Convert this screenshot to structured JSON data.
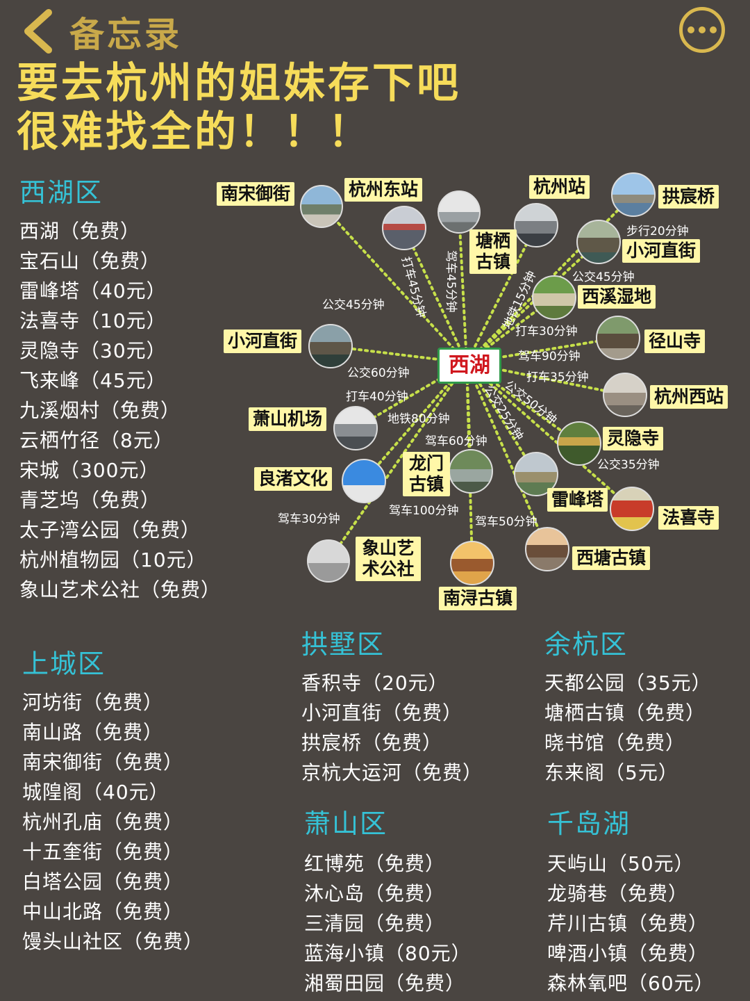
{
  "nav": {
    "back_icon": "chevron-left-icon",
    "title": "备忘录",
    "more_icon": "ellipsis-icon"
  },
  "headline": {
    "line1": "要去杭州的姐妹存下吧",
    "line2": "很难找全的！！！"
  },
  "map": {
    "center": "西湖",
    "nodes": [
      {
        "name": "南宋御街"
      },
      {
        "name": "杭州东站"
      },
      {
        "name": "塘栖古镇"
      },
      {
        "name": "杭州站"
      },
      {
        "name": "拱宸桥"
      },
      {
        "name": "小河直街"
      },
      {
        "name": "西溪湿地"
      },
      {
        "name": "径山寺"
      },
      {
        "name": "杭州西站"
      },
      {
        "name": "灵隐寺"
      },
      {
        "name": "法喜寺"
      },
      {
        "name": "雷峰塔"
      },
      {
        "name": "西塘古镇"
      },
      {
        "name": "南浔古镇"
      },
      {
        "name": "龙门古镇"
      },
      {
        "name": "象山艺术公社"
      },
      {
        "name": "良渚文化"
      },
      {
        "name": "萧山机场"
      },
      {
        "name": "小河直街"
      }
    ],
    "routes": [
      "公交45分钟",
      "打车45分钟",
      "驾车45分钟",
      "地铁15分钟",
      "步行20分钟",
      "公交45分钟",
      "打车30分钟",
      "驾车90分钟",
      "打车35分钟",
      "公交50分钟",
      "公交25分钟",
      "公交35分钟",
      "公交60分钟",
      "打车40分钟",
      "地铁80分钟",
      "驾车60分钟",
      "驾车100分钟",
      "驾车50分钟",
      "驾车30分钟"
    ]
  },
  "districts": {
    "xihu": {
      "title": "西湖区",
      "items": [
        "西湖（免费）",
        "宝石山（免费）",
        "雷峰塔（40元）",
        "法喜寺（10元）",
        "灵隐寺（30元）",
        "飞来峰（45元）",
        "九溪烟村（免费）",
        "云栖竹径（8元）",
        "宋城（300元）",
        "青芝坞（免费）",
        "太子湾公园（免费）",
        "杭州植物园（10元）",
        "象山艺术公社（免费）"
      ]
    },
    "shangcheng": {
      "title": "上城区",
      "items": [
        "河坊街（免费）",
        "南山路（免费）",
        "南宋御街（免费）",
        "城隍阁（40元）",
        "杭州孔庙（免费）",
        "十五奎街（免费）",
        "白塔公园（免费）",
        "中山北路（免费）",
        "馒头山社区（免费）"
      ]
    },
    "gongshu": {
      "title": "拱墅区",
      "items": [
        "香积寺（20元）",
        "小河直街（免费）",
        "拱宸桥（免费）",
        "京杭大运河（免费）"
      ]
    },
    "yuhang": {
      "title": "余杭区",
      "items": [
        "天都公园（35元）",
        "塘栖古镇（免费）",
        "晓书馆（免费）",
        "东来阁（5元）"
      ]
    },
    "xiaoshan": {
      "title": "萧山区",
      "items": [
        "红博苑（免费）",
        "沐心岛（免费）",
        "三清园（免费）",
        "蓝海小镇（80元）",
        "湘蜀田园（免费）"
      ]
    },
    "qiandaohu": {
      "title": "千岛湖",
      "items": [
        "天屿山（50元）",
        "龙骑巷（免费）",
        "芹川古镇（免费）",
        "啤酒小镇（免费）",
        "森林氧吧（60元）"
      ]
    }
  },
  "colors": {
    "background": "#4a4541",
    "headline": "#f6dc5a",
    "district_title": "#35c2d6",
    "label_bg": "#fff7a8",
    "route_dots": "#c7e04a",
    "center_text": "#d0171e"
  }
}
